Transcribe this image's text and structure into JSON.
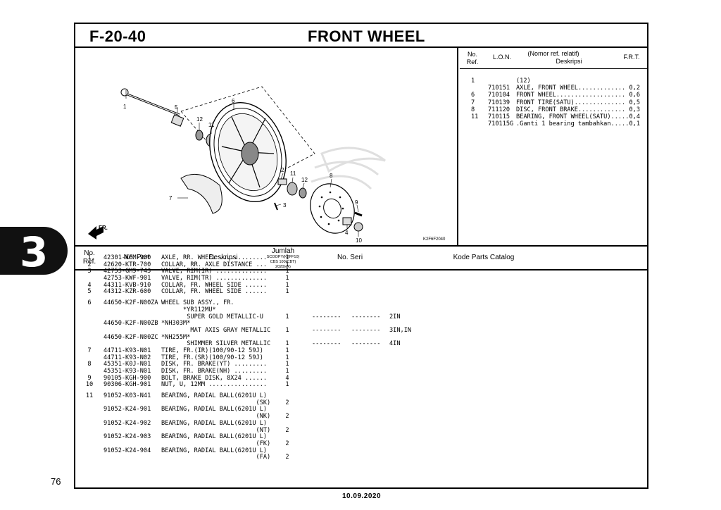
{
  "page": {
    "section_code": "F-20-40",
    "title": "FRONT WHEEL",
    "tab_number": "3",
    "page_number": "76",
    "date": "10.09.2020"
  },
  "diagram": {
    "code": "K2F6F2040",
    "direction_label": "FR.",
    "callouts": [
      "1",
      "5",
      "6",
      "12",
      "11",
      "7",
      "2",
      "11",
      "12",
      "8",
      "9",
      "3",
      "4",
      "10"
    ]
  },
  "ref_panel": {
    "headers": {
      "no_ref": "No.",
      "no_ref2": "Ref.",
      "lon": "L.O.N.",
      "desc_top": "(Nomor ref. relatif)",
      "desc": "Deskripsi",
      "frt": "F.R.T."
    },
    "rows": [
      {
        "ref": "1",
        "lon": "",
        "desc": "(12)",
        "frt": ""
      },
      {
        "ref": "",
        "lon": "710151",
        "desc": "AXLE, FRONT WHEEL.............",
        "frt": "0,2"
      },
      {
        "ref": "6",
        "lon": "710104",
        "desc": "FRONT WHEEL...................",
        "frt": "0,6"
      },
      {
        "ref": "7",
        "lon": "710139",
        "desc": "FRONT TIRE(SATU)..............",
        "frt": "0,5"
      },
      {
        "ref": "8",
        "lon": "711120",
        "desc": "DISC, FRONT BRAKE.............",
        "frt": "0,3"
      },
      {
        "ref": "11",
        "lon": "710115",
        "desc": "BEARING, FRONT WHEEL(SATU).....",
        "frt": "0,4"
      },
      {
        "ref": "",
        "lon": "710115G",
        "desc": ".Ganti 1 bearing tambahkan.....",
        "frt": "0,1"
      }
    ]
  },
  "table": {
    "headers": {
      "no_ref": "No.",
      "no_ref2": "Ref.",
      "part": "No. Part",
      "desc": "Deskripsi",
      "qty": "Jumlah",
      "qty_sub1": "SCOOPY(K2FF10)",
      "qty_sub2": "CBS 100(CBT)",
      "qty_sub3": "2020(ek)",
      "serial": "No. Seri",
      "catalog": "Kode Parts Catalog"
    },
    "rows": [
      {
        "ref": "1",
        "part": "42301-KFM-900",
        "desc": "AXLE, RR. WHEEL .............",
        "qty": "1",
        "s1": "",
        "s2": "",
        "ser": ""
      },
      {
        "ref": "2",
        "part": "42620-KTR-700",
        "desc": "COLLAR, RR. AXLE DISTANCE ...",
        "qty": "1",
        "s1": "",
        "s2": "",
        "ser": ""
      },
      {
        "ref": "3",
        "part": "42753-GM9-743",
        "desc": "VALVE, RIM(IR) ..............",
        "qty": "1",
        "s1": "",
        "s2": "",
        "ser": ""
      },
      {
        "ref": "",
        "part": "42753-KWF-901",
        "desc": "VALVE, RIM(TR) ..............",
        "qty": "1",
        "s1": "",
        "s2": "",
        "ser": ""
      },
      {
        "ref": "4",
        "part": "44311-KVB-910",
        "desc": "COLLAR, FR. WHEEL SIDE ......",
        "qty": "1",
        "s1": "",
        "s2": "",
        "ser": ""
      },
      {
        "ref": "5",
        "part": "44312-KZR-600",
        "desc": "COLLAR, FR. WHEEL SIDE ......",
        "qty": "1",
        "s1": "",
        "s2": "",
        "ser": ""
      },
      {
        "gap": true
      },
      {
        "ref": "6",
        "part": "44650-K2F-N00ZA",
        "desc": "WHEEL SUB ASSY., FR.",
        "qty": "",
        "s1": "",
        "s2": "",
        "ser": ""
      },
      {
        "ref": "",
        "part": "",
        "desc": "      *YR112MU*",
        "qty": "",
        "s1": "",
        "s2": "",
        "ser": ""
      },
      {
        "ref": "",
        "part": "",
        "desc": "       SUPER GOLD METALLIC-U",
        "qty": "1",
        "s1": "--------",
        "s2": "--------",
        "ser": "2IN"
      },
      {
        "ref": "",
        "part": "44650-K2F-N00ZB",
        "desc": "*NH303M*",
        "qty": "",
        "s1": "",
        "s2": "",
        "ser": ""
      },
      {
        "ref": "",
        "part": "",
        "desc": "        MAT AXIS GRAY METALLIC",
        "qty": "1",
        "s1": "--------",
        "s2": "--------",
        "ser": "3IN,IN"
      },
      {
        "ref": "",
        "part": "44650-K2F-N00ZC",
        "desc": "*NH255M*",
        "qty": "",
        "s1": "",
        "s2": "",
        "ser": ""
      },
      {
        "ref": "",
        "part": "",
        "desc": "       SHIMMER SILVER METALLIC",
        "qty": "1",
        "s1": "--------",
        "s2": "--------",
        "ser": "4IN"
      },
      {
        "ref": "7",
        "part": "44711-K93-N01",
        "desc": "TIRE, FR.(IR)(100/90-12 59J)",
        "qty": "1",
        "s1": "",
        "s2": "",
        "ser": ""
      },
      {
        "ref": "",
        "part": "44711-K93-N02",
        "desc": "TIRE, FR.(SR)(100/90-12 59J)",
        "qty": "1",
        "s1": "",
        "s2": "",
        "ser": ""
      },
      {
        "ref": "8",
        "part": "45351-K0J-N01",
        "desc": "DISK, FR. BRAKE(YT) .........",
        "qty": "1",
        "s1": "",
        "s2": "",
        "ser": ""
      },
      {
        "ref": "",
        "part": "45351-K93-N01",
        "desc": "DISK, FR. BRAKE(NH) .........",
        "qty": "1",
        "s1": "",
        "s2": "",
        "ser": ""
      },
      {
        "ref": "9",
        "part": "90105-KGH-900",
        "desc": "BOLT, BRAKE DISK, 8X24 ......",
        "qty": "4",
        "s1": "",
        "s2": "",
        "ser": ""
      },
      {
        "ref": "10",
        "part": "90306-KGH-901",
        "desc": "NUT, U, 12MM ................",
        "qty": "1",
        "s1": "",
        "s2": "",
        "ser": ""
      },
      {
        "gap": true
      },
      {
        "ref": "11",
        "part": "91052-K03-N41",
        "desc": "BEARING, RADIAL BALL(6201U L)",
        "qty": "",
        "s1": "",
        "s2": "",
        "ser": ""
      },
      {
        "ref": "",
        "part": "",
        "desc": "                          (SK)",
        "qty": "2",
        "s1": "",
        "s2": "",
        "ser": ""
      },
      {
        "ref": "",
        "part": "91052-K24-901",
        "desc": "BEARING, RADIAL BALL(6201U L)",
        "qty": "",
        "s1": "",
        "s2": "",
        "ser": ""
      },
      {
        "ref": "",
        "part": "",
        "desc": "                          (NK)",
        "qty": "2",
        "s1": "",
        "s2": "",
        "ser": ""
      },
      {
        "ref": "",
        "part": "91052-K24-902",
        "desc": "BEARING, RADIAL BALL(6201U L)",
        "qty": "",
        "s1": "",
        "s2": "",
        "ser": ""
      },
      {
        "ref": "",
        "part": "",
        "desc": "                          (NT)",
        "qty": "2",
        "s1": "",
        "s2": "",
        "ser": ""
      },
      {
        "ref": "",
        "part": "91052-K24-903",
        "desc": "BEARING, RADIAL BALL(6201U L)",
        "qty": "",
        "s1": "",
        "s2": "",
        "ser": ""
      },
      {
        "ref": "",
        "part": "",
        "desc": "                          (FK)",
        "qty": "2",
        "s1": "",
        "s2": "",
        "ser": ""
      },
      {
        "ref": "",
        "part": "91052-K24-904",
        "desc": "BEARING, RADIAL BALL(6201U L)",
        "qty": "",
        "s1": "",
        "s2": "",
        "ser": ""
      },
      {
        "ref": "",
        "part": "",
        "desc": "                          (FA)",
        "qty": "2",
        "s1": "",
        "s2": "",
        "ser": ""
      }
    ]
  }
}
